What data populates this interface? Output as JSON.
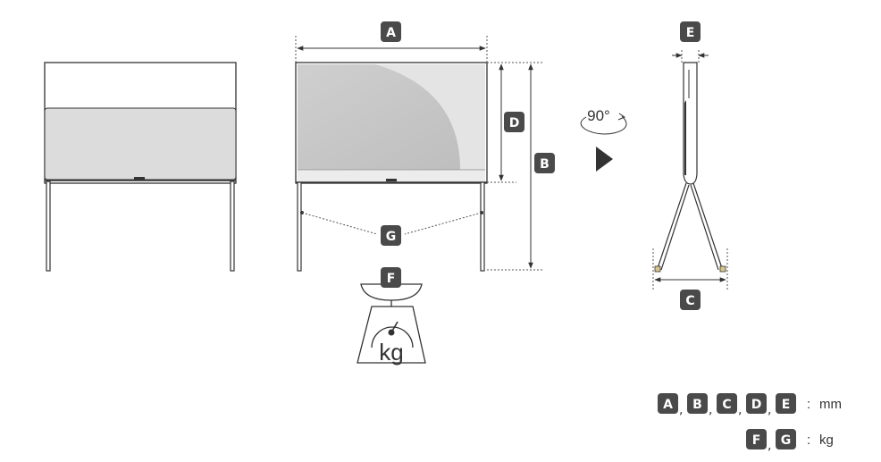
{
  "labels": {
    "a": "A",
    "b": "B",
    "c": "C",
    "d": "D",
    "e": "E",
    "f": "F",
    "g": "G"
  },
  "rotation": "90°",
  "weight_unit": "kg",
  "legend": {
    "row1_sep": ",",
    "row1_colon": ":",
    "row1_unit": "mm",
    "row2_sep": ",",
    "row2_colon": ":",
    "row2_unit": "kg"
  },
  "colors": {
    "badge": "#4a4a4a",
    "line": "#333333",
    "screen_fill": "#c7c7c7",
    "panel_fill": "#dcdcdc",
    "foot_accent": "#d9c58a"
  }
}
